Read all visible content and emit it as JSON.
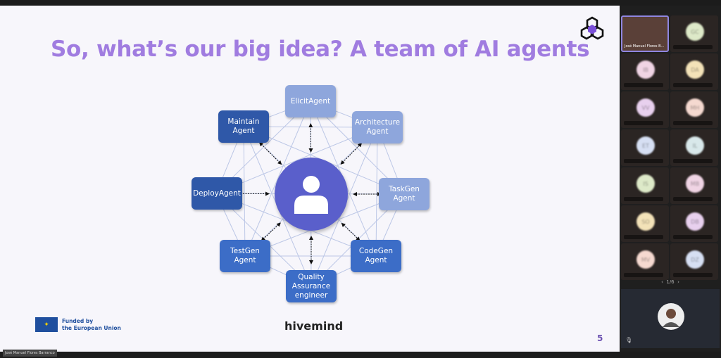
{
  "slide": {
    "title": "So, what’s our big idea? A team of AI agents",
    "nodes": {
      "elicit": "ElicitAgent",
      "maintain": "Maintain Agent",
      "architecture": "Architecture Agent",
      "deploy": "DeployAgent",
      "taskgen": "TaskGen Agent",
      "testgen": "TestGen Agent",
      "codegen": "CodeGen Agent",
      "qa": "Quality Assurance engineer"
    },
    "center_icon": "user-icon",
    "eu_text_1": "Funded by",
    "eu_text_2": "the European Union",
    "brand": "hivemind",
    "page_number": "5",
    "presenter_label": "José Manuel Flores Barranco"
  },
  "participants": {
    "self_name": "José Manuel Flores B...",
    "initials": [
      "GC",
      "IB",
      "DA",
      "VV",
      "MH",
      "ET",
      "IL",
      "IS",
      "MB",
      "SO",
      "DB",
      "MV",
      "DZ"
    ],
    "pager": "1/6"
  },
  "colors": {
    "title": "#a07ce0",
    "light": "#8ea6dc",
    "dark": "#2f58a8",
    "mid": "#3c6dc7",
    "center": "#5a5fcb"
  }
}
